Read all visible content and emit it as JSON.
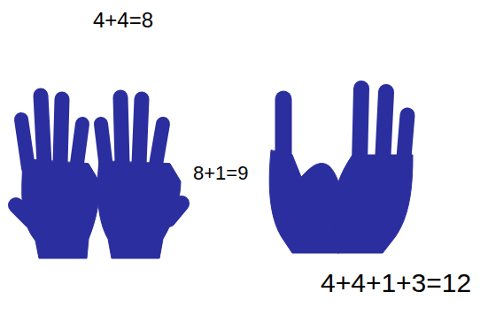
{
  "diagram": {
    "labels": [
      "4+4=8",
      "8+1=9",
      "4+4+1+3=12"
    ]
  }
}
